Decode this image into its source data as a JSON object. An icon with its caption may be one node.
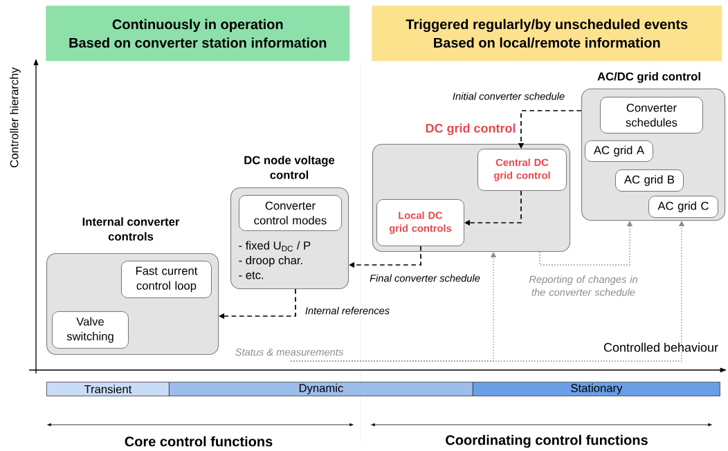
{
  "diagram": {
    "nodes": [
      {
        "text": [
          "Continuously in operation",
          "Based on converter station information"
        ]
      },
      {
        "text": [
          "Triggered regularly/by unscheduled events",
          "Based on local/remote information"
        ]
      },
      {
        "text": [
          "Internal converter controls"
        ]
      },
      {
        "text": [
          "Fast current control loop"
        ],
        "in": 2
      },
      {
        "text": [
          "Valve switching"
        ],
        "in": 2
      },
      {
        "text": [
          "DC node voltage control",
          "- fixed U$_{DC}$ / P",
          "- droop char.",
          "- etc."
        ]
      },
      {
        "text": [
          "Converter control modes"
        ],
        "in": 5
      },
      {
        "text": [
          "DC grid control"
        ]
      },
      {
        "text": [
          "Central DC grid control"
        ],
        "in": 7
      },
      {
        "text": [
          "Local DC grid controls"
        ],
        "in": 7
      },
      {
        "text": [
          "AC/DC grid control"
        ]
      },
      {
        "text": [
          "Converter schedules"
        ],
        "in": 10
      },
      {
        "text": [
          "AC grid A"
        ],
        "in": 10
      },
      {
        "text": [
          "AC grid B"
        ],
        "in": 10
      },
      {
        "text": [
          "AC grid C"
        ],
        "in": 10
      },
      {
        "text": [
          "Transient"
        ]
      },
      {
        "text": [
          "Dynamic"
        ]
      },
      {
        "text": [
          "Stationary"
        ]
      }
    ],
    "edges": [
      {
        "from": 10,
        "to": 8,
        "arrow": "to",
        "label": "Initial converter schedule",
        "style": "dashed"
      },
      {
        "from": 8,
        "to": 9,
        "arrow": "to",
        "style": "dashed"
      },
      {
        "from": 9,
        "to": 5,
        "arrow": "to",
        "label": "Final converter schedule",
        "style": "dashed"
      },
      {
        "from": 5,
        "to": 2,
        "arrow": "to",
        "label": "Internal references",
        "style": "dashed"
      },
      {
        "from": null,
        "to": 7,
        "arrow": "to",
        "label": "Status & measurements",
        "color": "#8c8c8c"
      },
      {
        "from": null,
        "to": 10,
        "arrow": "to",
        "color": "#8c8c8c"
      },
      {
        "from": 7,
        "to": 10,
        "arrow": "to",
        "label": "Reporting of changes in the converter schedule",
        "color": "#8c8c8c"
      }
    ],
    "labels": [
      "Controller hierarchy",
      "Controlled behaviour",
      "Core control functions",
      "Coordinating control functions"
    ]
  }
}
